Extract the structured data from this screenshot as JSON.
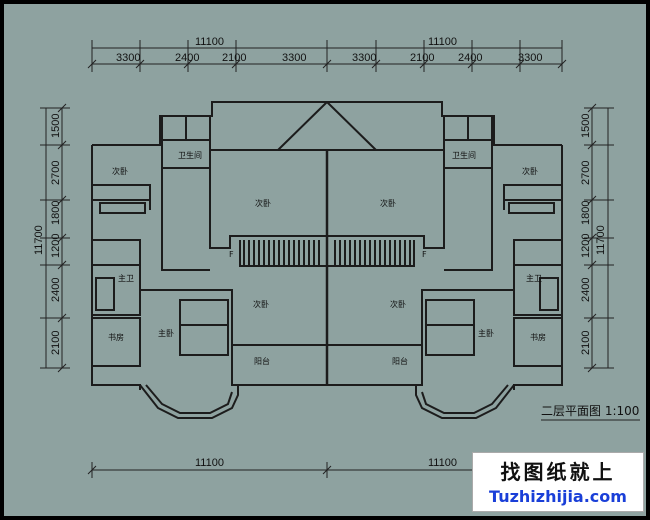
{
  "colors": {
    "background": "#8ea2a0",
    "wall": "#1c1c1c",
    "frame": "#000000",
    "watermark_url": "#1a3fd8"
  },
  "title": "二层平面图 1:100",
  "dimensions": {
    "top_total_left": "11100",
    "top_total_right": "11100",
    "top_segments": [
      "3300",
      "2400",
      "2100",
      "3300",
      "3300",
      "2100",
      "2400",
      "3300"
    ],
    "left_total": "11700",
    "left_segments": [
      "1500",
      "2700",
      "1800",
      "1200",
      "2400",
      "2100"
    ],
    "right_total": "11700",
    "right_segments": [
      "1500",
      "2700",
      "1800",
      "1200",
      "2400",
      "2100"
    ],
    "bottom_total_left": "11100",
    "bottom_total_right": "11100"
  },
  "rooms": {
    "bath_left": "卫生间",
    "bath_right": "卫生间",
    "bed2_left": "次卧",
    "bed2_right": "次卧",
    "bed2_center_left": "次卧",
    "bed2_center_right": "次卧",
    "bed3_left": "次卧",
    "bed3_right": "次卧",
    "master_bath_left": "主卫",
    "master_bath_right": "主卫",
    "master_left": "主卧",
    "master_right": "主卧",
    "study_left": "书房",
    "study_right": "书房",
    "balcony_left": "阳台",
    "balcony_right": "阳台",
    "floor_mark_left": "F",
    "floor_mark_right": "F"
  },
  "watermark": {
    "cn": "找图纸就上",
    "en": "Tuzhizhijia.com"
  }
}
